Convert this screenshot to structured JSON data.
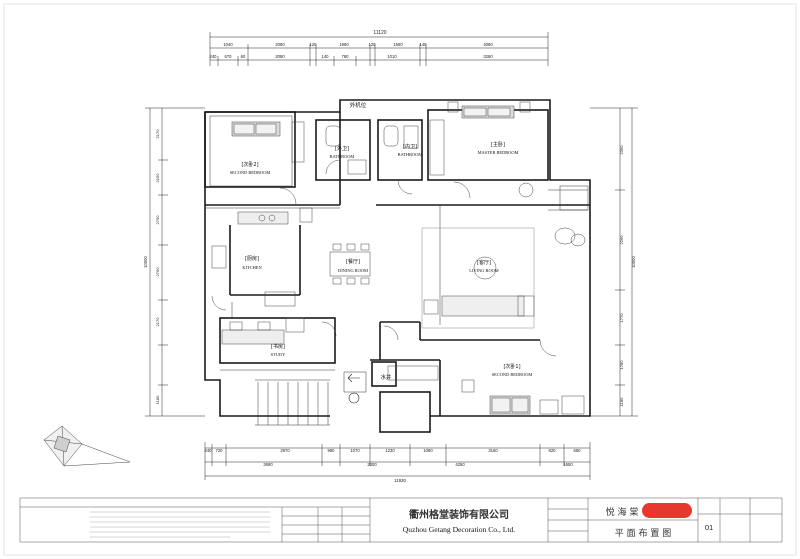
{
  "dimensions": {
    "top_total": "11120",
    "top_row1": [
      "1040",
      "2080",
      "120",
      "1960",
      "120",
      "1560",
      "140",
      "4060"
    ],
    "top_row2": [
      "240",
      "670",
      "60",
      "2080",
      "140",
      "760",
      "1010",
      "3260"
    ],
    "bottom_row1": [
      "240",
      "720",
      "2970",
      "980",
      "1070",
      "1230",
      "1080",
      "3160",
      "820",
      "660"
    ],
    "bottom_row2": [
      "3690",
      "2300",
      "4250",
      "1650"
    ],
    "bottom_total": "11930",
    "left_total": "10000",
    "right_total": "10000",
    "left_segments": [
      "2170",
      "2150",
      "2790",
      "2790",
      "2170",
      "1180"
    ],
    "right_segments": [
      "2350",
      "2260",
      "1770",
      "1780",
      "1180"
    ]
  },
  "rooms": {
    "outdoor_unit": "外机位",
    "second_bedroom_2": {
      "cn": "[次卧2]",
      "en": "SECOND BEDROOM"
    },
    "bathroom_outer": {
      "cn": "[外卫]",
      "en": "BATHROOM"
    },
    "bathroom_inner": {
      "cn": "[内卫]",
      "en": "BATHROOM"
    },
    "master_bedroom": {
      "cn": "[主卧]",
      "en": "MASTER BEDROOM"
    },
    "kitchen": {
      "cn": "[厨房]",
      "en": "KITCHEN"
    },
    "dining": {
      "cn": "[餐厅]",
      "en": "DINING ROOM"
    },
    "living": {
      "cn": "[客厅]",
      "en": "LIVING ROOM"
    },
    "study": {
      "cn": "[书房]",
      "en": "STUDY"
    },
    "water_well": "水井",
    "second_bedroom_1": {
      "cn": "[次卧1]",
      "en": "SECOND BEDROOM"
    }
  },
  "title_block": {
    "company_cn": "衢州格堂装饰有限公司",
    "company_en": "Quzhou Getang Decoration Co., Ltd.",
    "project": "悦 海 棠",
    "drawing_title": "平 面 布 置 图",
    "sheet_no": "01"
  },
  "colors": {
    "line": "#1a1a1a",
    "stamp": "#e8372d",
    "furniture": "#555555"
  }
}
